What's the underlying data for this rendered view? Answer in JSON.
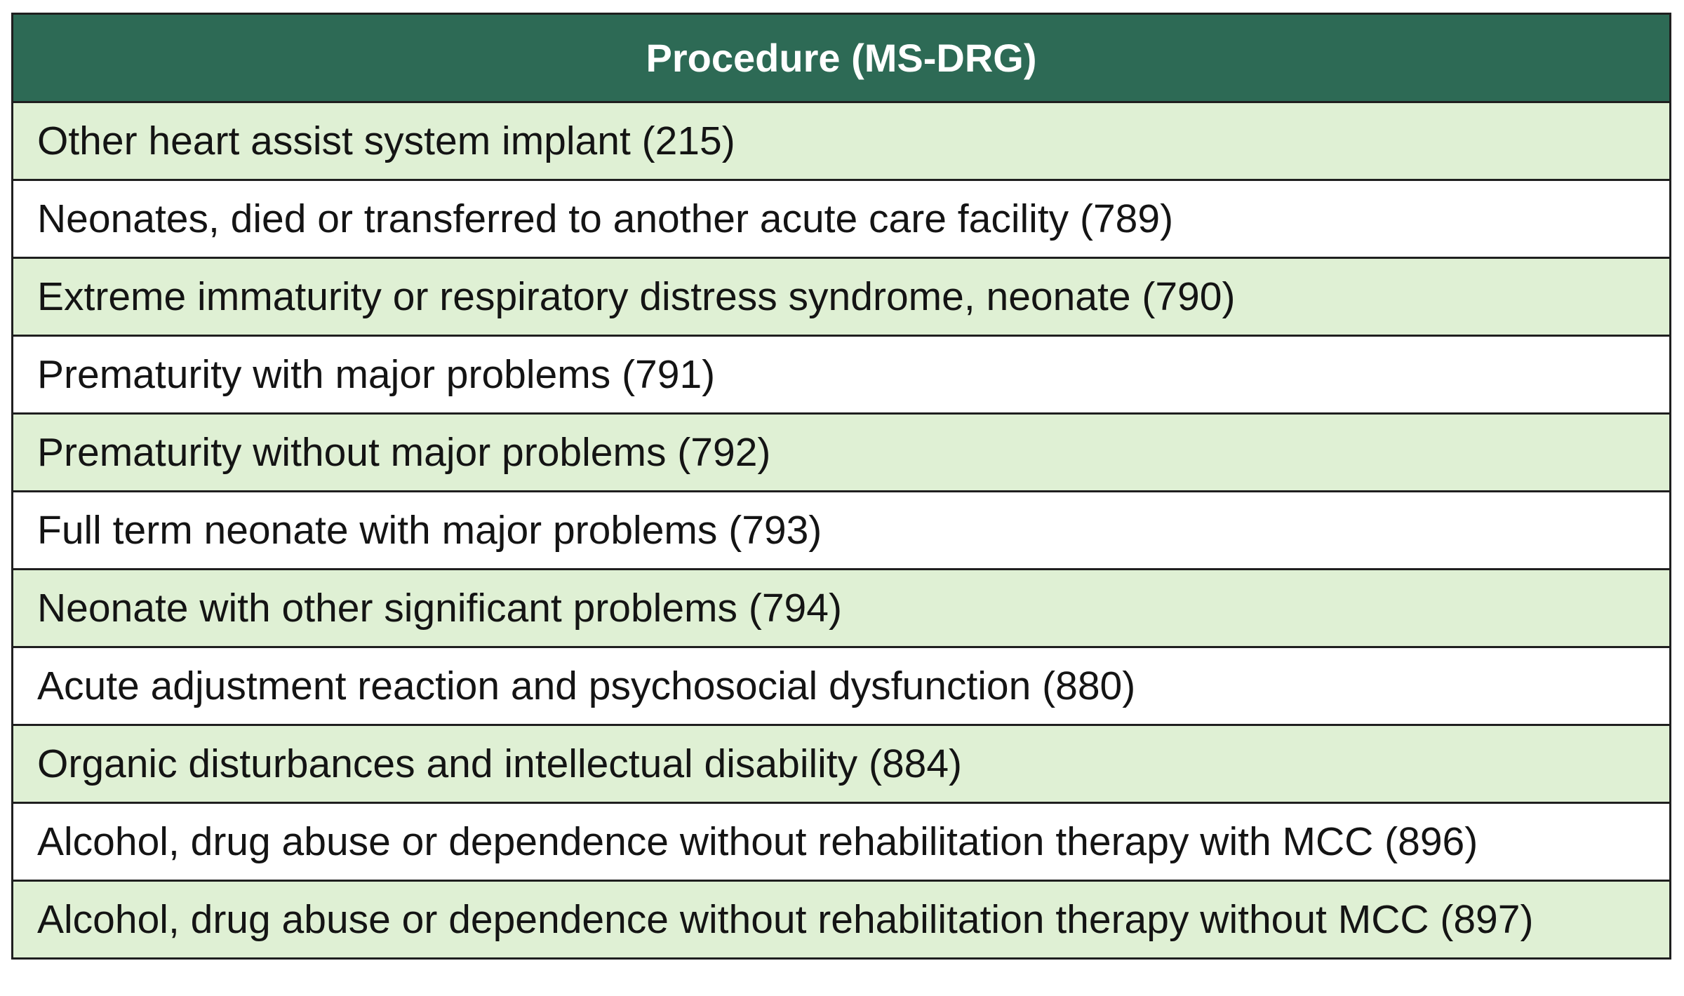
{
  "table": {
    "header": "Procedure (MS-DRG)",
    "rows": [
      "Other heart assist system implant (215)",
      "Neonates, died or transferred to another acute care facility (789)",
      "Extreme immaturity or respiratory distress syndrome, neonate (790)",
      "Prematurity with major problems (791)",
      "Prematurity without major problems (792)",
      "Full term neonate with major problems (793)",
      "Neonate with other significant problems (794)",
      "Acute adjustment reaction and psychosocial dysfunction (880)",
      "Organic disturbances and intellectual disability (884)",
      "Alcohol, drug abuse or dependence without rehabilitation therapy with MCC (896)",
      "Alcohol, drug abuse or dependence without rehabilitation therapy without MCC (897)"
    ]
  },
  "colors": {
    "header_bg": "#2d6a55",
    "header_text": "#ffffff",
    "stripe_bg": "#dff0d4",
    "plain_bg": "#ffffff",
    "border": "#1f1f1f"
  }
}
